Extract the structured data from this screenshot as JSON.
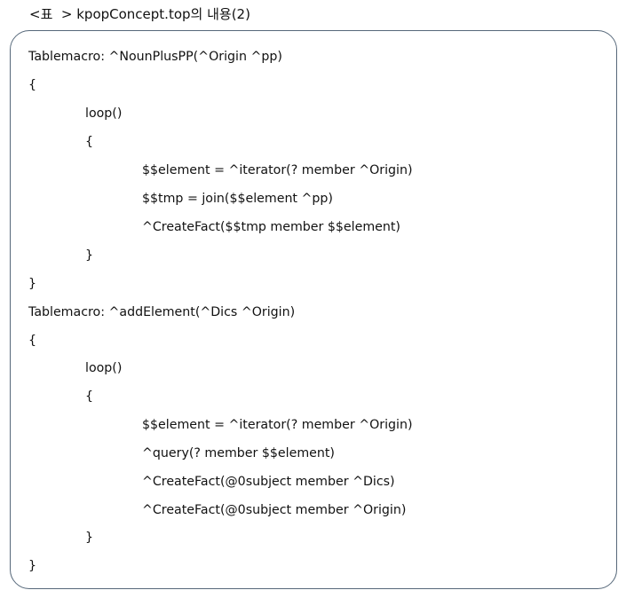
{
  "caption": "<표  > kpopConcept.top의 내용(2)",
  "code_lines": [
    "Tablemacro: ^NounPlusPP(^Origin ^pp)",
    "{",
    "loop()",
    "{",
    "$$element = ^iterator(? member ^Origin)",
    "$$tmp = join($$element ^pp)",
    "^CreateFact($$tmp member $$element)",
    "}",
    "}",
    "Tablemacro: ^addElement(^Dics ^Origin)",
    "{",
    "loop()",
    "{",
    "$$element = ^iterator(? member ^Origin)",
    "^query(? member $$element)",
    "^CreateFact(@0subject member ^Dics)",
    "^CreateFact(@0subject member ^Origin)",
    "}",
    "}"
  ]
}
